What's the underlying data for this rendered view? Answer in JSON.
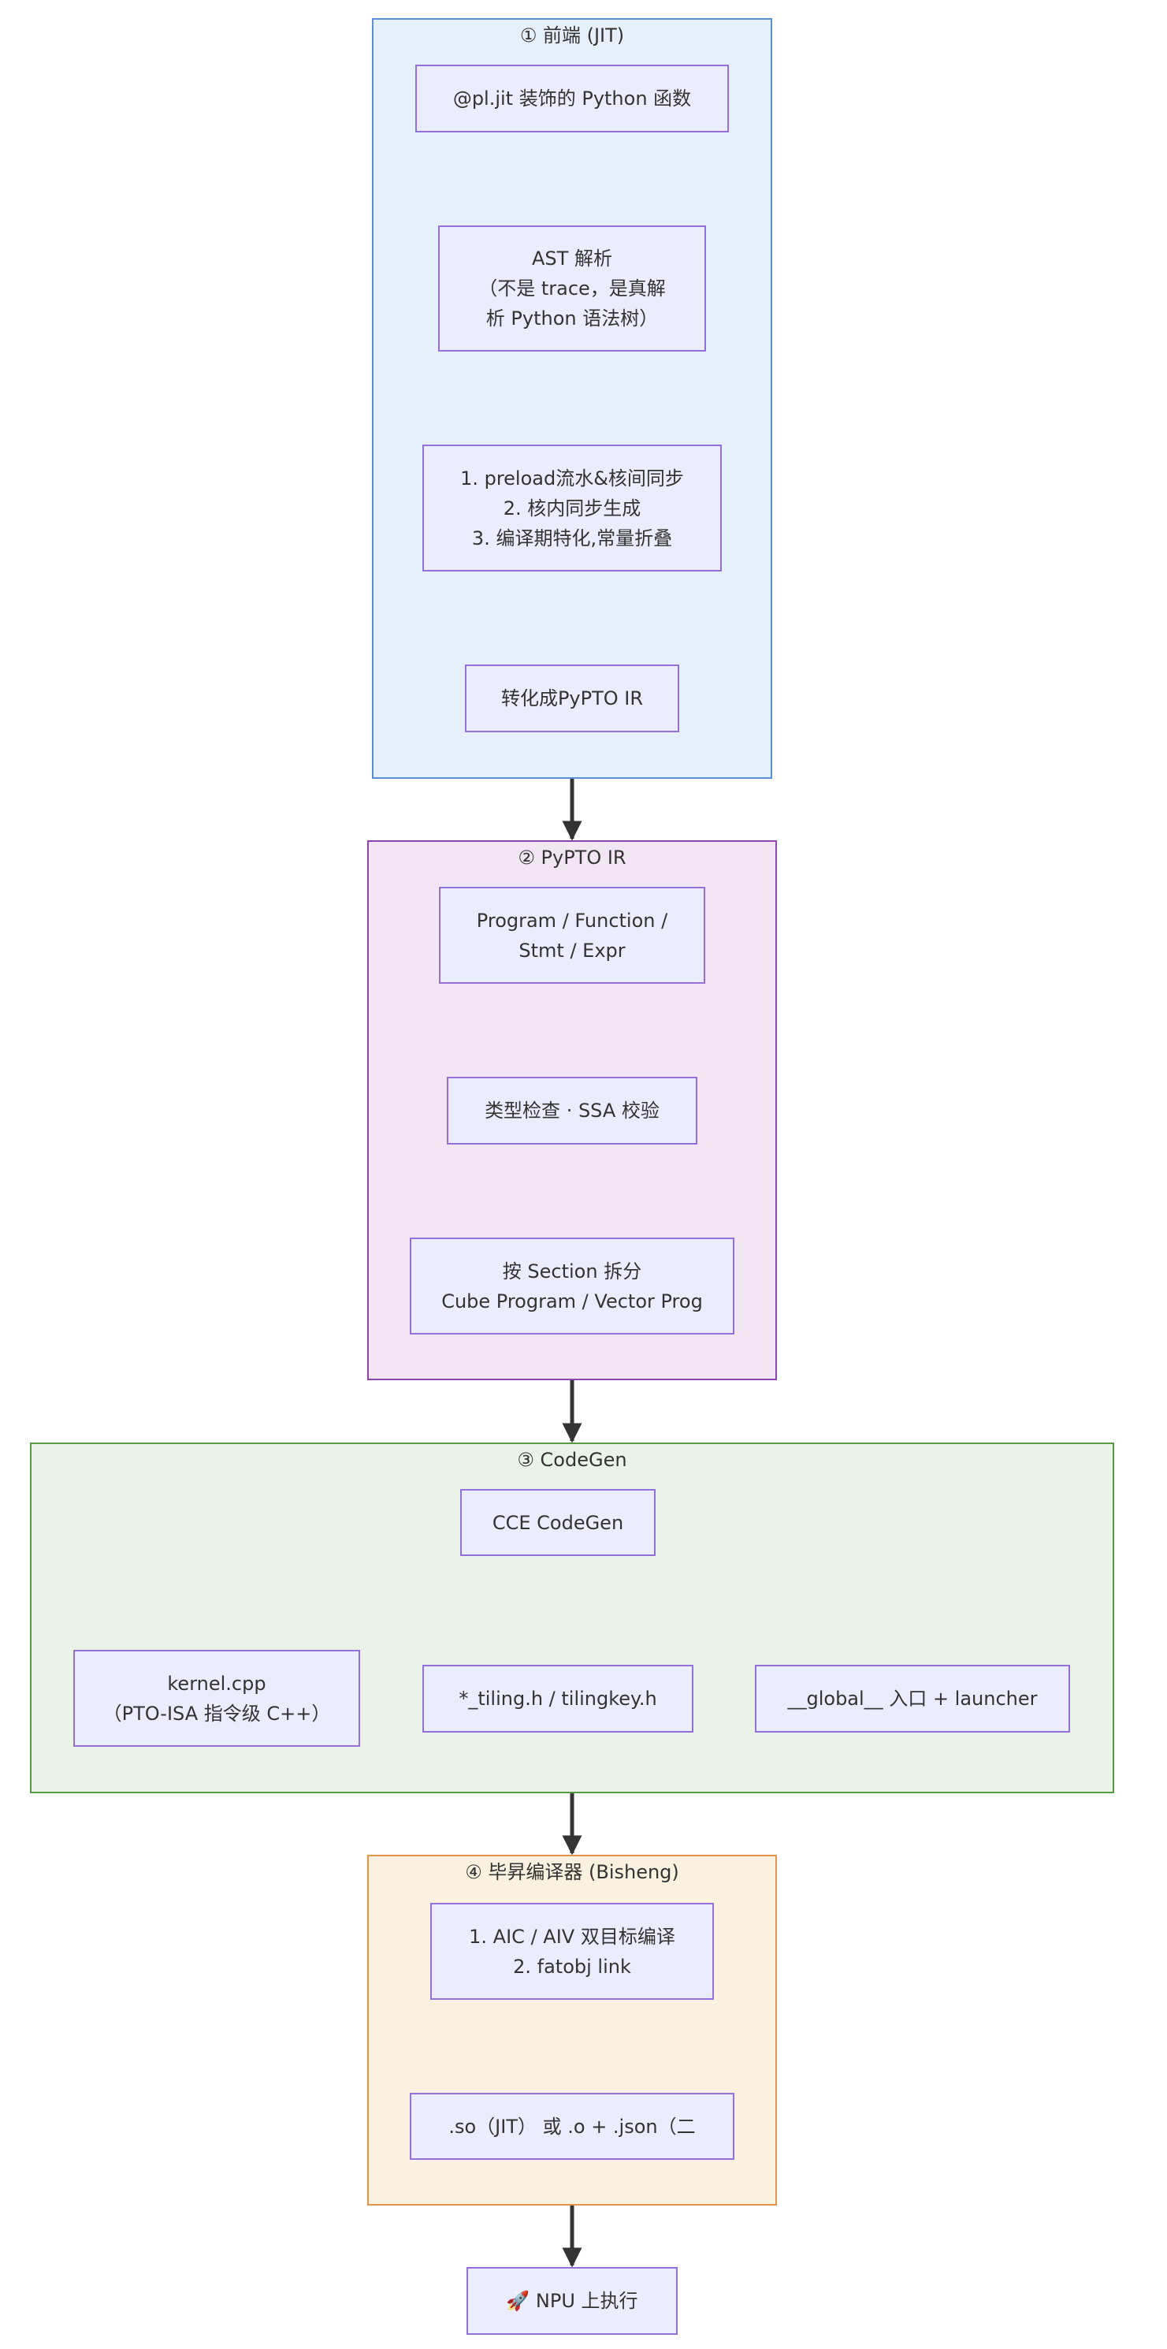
{
  "clusters": {
    "frontend": {
      "title": "① 前端 (JIT)",
      "decorator": "@pl.jit 装饰的 Python 函数",
      "ast": [
        "AST 解析",
        "（不是 trace，是真解",
        "析 Python 语法树）"
      ],
      "passes": [
        "1. preload流水&核间同步",
        "2. 核内同步生成",
        "3. 编译期特化,常量折叠"
      ],
      "to_ir": "转化成PyPTO IR"
    },
    "ir": {
      "title": "② PyPTO IR",
      "program": [
        "Program / Function /",
        "Stmt / Expr"
      ],
      "check": "类型检查 · SSA 校验",
      "split": [
        "按 Section 拆分",
        "Cube Program / Vector Prog"
      ]
    },
    "codegen": {
      "title": "③ CodeGen",
      "cce": "CCE CodeGen",
      "kernel": [
        "kernel.cpp",
        "（PTO-ISA 指令级 C++）"
      ],
      "tiling": "*_tiling.h / tilingkey.h",
      "launcher": "__global__ 入口 + launcher"
    },
    "bisheng": {
      "title": "④ 毕昇编译器 (Bisheng)",
      "compile": [
        "1. AIC / AIV 双目标编译",
        "2. fatobj link"
      ],
      "output": ".so（JIT） 或 .o + .json（二"
    }
  },
  "final": {
    "npu": "🚀 NPU 上执行"
  },
  "colors": {
    "node_fill": "#ECECFF",
    "node_stroke": "#9370DB",
    "edge": "#333333",
    "frontend_fill": "#E6F0FB",
    "frontend_stroke": "#5B8DD9",
    "ir_fill": "#F2E6F5",
    "ir_stroke": "#8E44AD",
    "codegen_fill": "#EAF3E8",
    "codegen_stroke": "#5A9A43",
    "bisheng_fill": "#FBF1E1",
    "bisheng_stroke": "#E0954A"
  }
}
